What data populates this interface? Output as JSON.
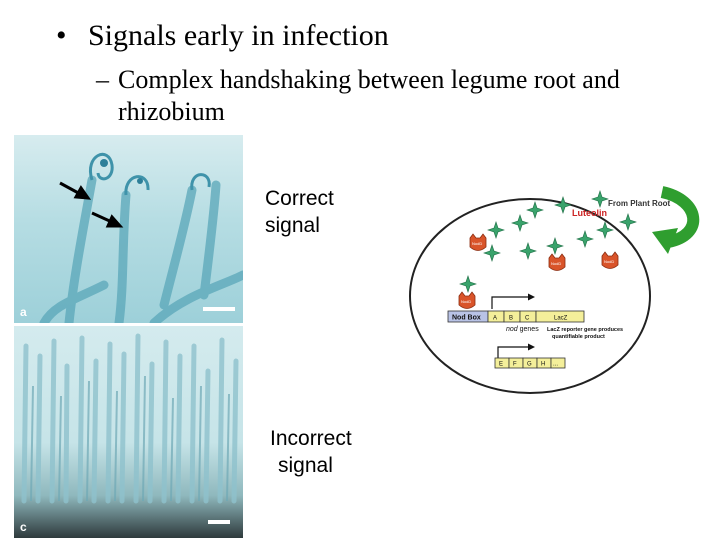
{
  "bullets": {
    "level1": {
      "marker": "•",
      "text": "Signals early in infection"
    },
    "level2": {
      "marker": "–",
      "text": "Complex handshaking between legume root and rhizobium"
    }
  },
  "photos": {
    "top_panel_letter": "a",
    "bottom_panel_letter": "c"
  },
  "captions": {
    "correct": [
      "Correct",
      "signal"
    ],
    "incorrect": [
      "Incorrect",
      "signal"
    ]
  },
  "diagram": {
    "from_plant_root": "From Plant Root",
    "luteolin": "Luteolin",
    "protein_label": "NodD",
    "nod_box": "Nod Box",
    "genes_row1": [
      "A",
      "B",
      "C",
      "LacZ"
    ],
    "nod_genes_italic": "nod",
    "nod_genes_suffix": " genes",
    "reporter_text": [
      "LacZ reporter gene produces",
      "quantifiable product"
    ],
    "genes_row2": [
      "E",
      "F",
      "G",
      "H",
      "..."
    ],
    "colors": {
      "arrow_green": "#2f9e2f",
      "star_green": "#3aa36c",
      "nodd_orange": "#d9542a",
      "nod_box_fill": "#b9c3e6",
      "gene_fill": "#f4ef9a",
      "luteolin_red": "#cc2222"
    }
  }
}
